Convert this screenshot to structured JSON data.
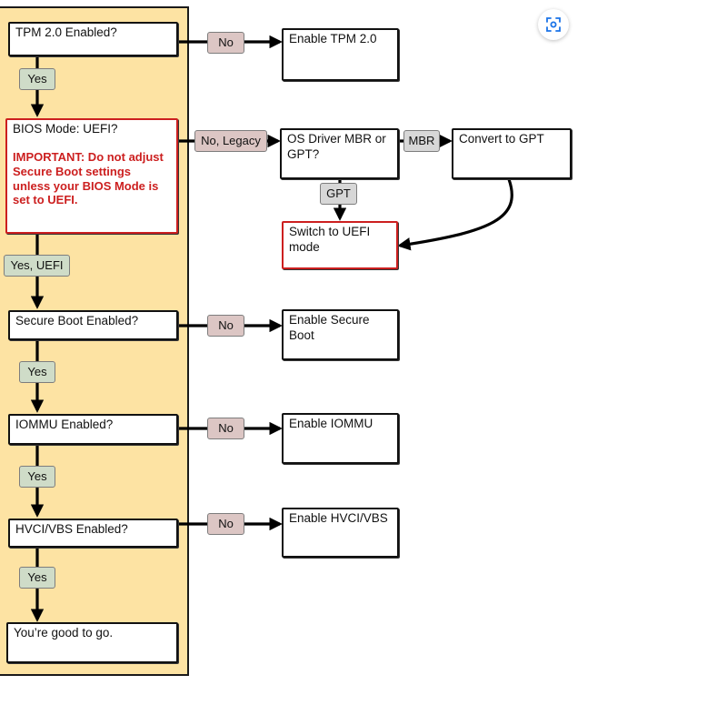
{
  "flow": {
    "tpm_question": "TPM 2.0 Enabled?",
    "tpm_action": "Enable TPM 2.0",
    "bios_question": "BIOS Mode: UEFI?",
    "bios_warning": "IMPORTANT: Do not adjust Secure Boot settings unless your BIOS Mode is set to UEFI.",
    "os_driver_question": "OS Driver MBR or GPT?",
    "convert_action": "Convert to GPT",
    "switch_action": "Switch to UEFI mode",
    "secure_boot_question": "Secure Boot Enabled?",
    "secure_boot_action": "Enable Secure Boot",
    "iommu_question": "IOMMU Enabled?",
    "iommu_action": "Enable IOMMU",
    "hvci_question": "HVCI/VBS Enabled?",
    "hvci_action": "Enable HVCI/VBS",
    "done": "You’re good to go."
  },
  "labels": {
    "yes": "Yes",
    "no": "No",
    "no_legacy": "No, Legacy",
    "yes_uefi": "Yes, UEFI",
    "mbr": "MBR",
    "gpt": "GPT"
  },
  "colors": {
    "lane_fill": "#fde3a3",
    "yes_tag": "#cfdcc8",
    "no_tag": "#dcc6c4",
    "warning_red": "#cc1f1f"
  }
}
